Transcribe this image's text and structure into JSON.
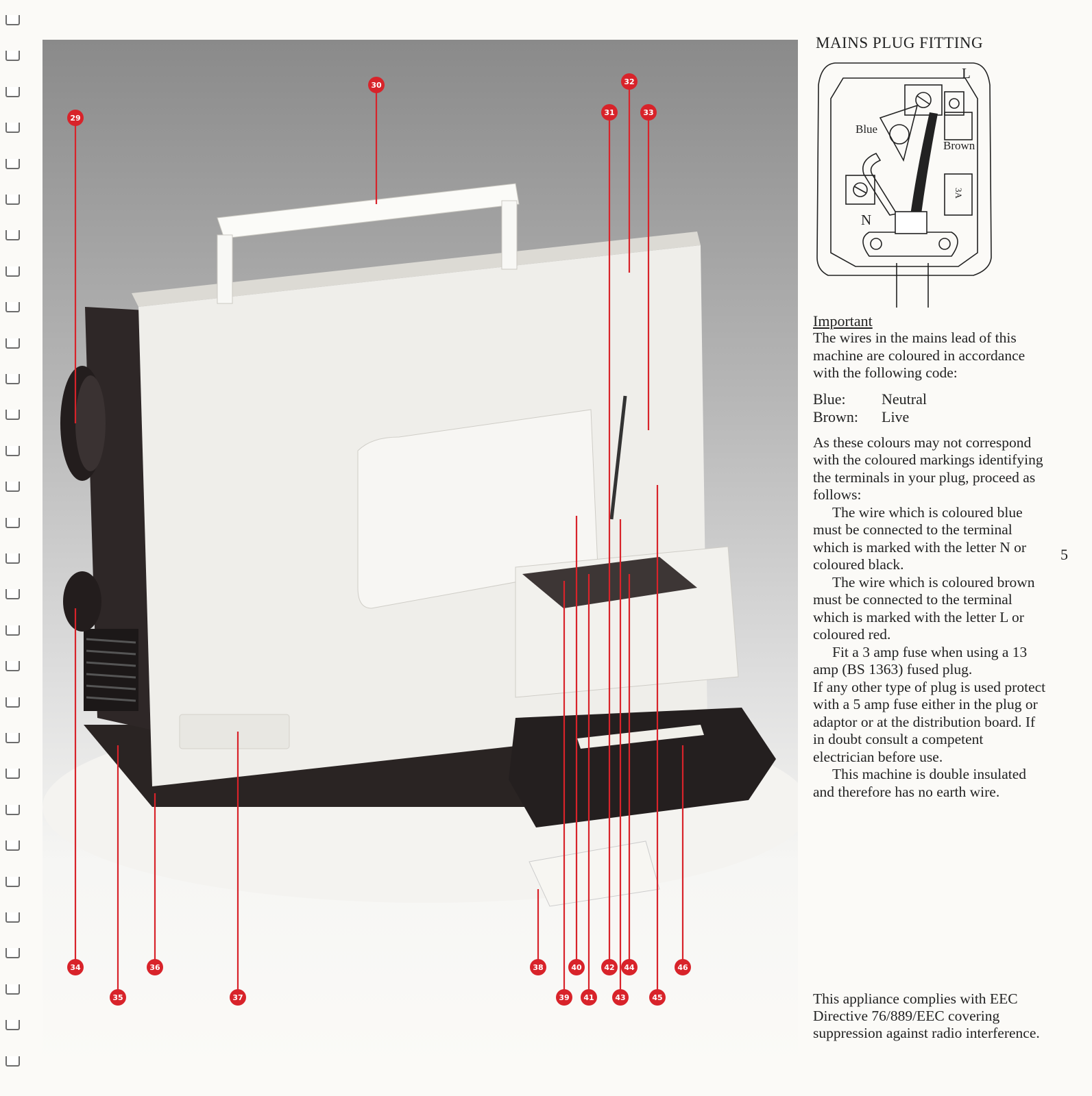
{
  "page_number": "5",
  "callouts": [
    {
      "id": "c29",
      "number": "29"
    },
    {
      "id": "c30",
      "number": "30"
    },
    {
      "id": "c31",
      "number": "31"
    },
    {
      "id": "c32",
      "number": "32"
    },
    {
      "id": "c33",
      "number": "33"
    },
    {
      "id": "c34",
      "number": "34"
    },
    {
      "id": "c35",
      "number": "35"
    },
    {
      "id": "c36",
      "number": "36"
    },
    {
      "id": "c37",
      "number": "37"
    },
    {
      "id": "c38",
      "number": "38"
    },
    {
      "id": "c39",
      "number": "39"
    },
    {
      "id": "c40",
      "number": "40"
    },
    {
      "id": "c41",
      "number": "41"
    },
    {
      "id": "c42",
      "number": "42"
    },
    {
      "id": "c43",
      "number": "43"
    },
    {
      "id": "c44",
      "number": "44"
    },
    {
      "id": "c45",
      "number": "45"
    },
    {
      "id": "c46",
      "number": "46"
    }
  ],
  "mains": {
    "heading": "MAINS PLUG FITTING",
    "diagram_labels": {
      "live": "L",
      "neutral": "N",
      "blue": "Blue",
      "brown": "Brown",
      "fuse": "3A"
    },
    "important_label": "Important",
    "intro": "The wires in the mains lead of this machine are coloured in accordance with the following code:",
    "legend": [
      {
        "key": "Blue:",
        "value": "Neutral"
      },
      {
        "key": "Brown:",
        "value": "Live"
      }
    ],
    "para1": "As these colours may not correspond with the coloured markings identifying the terminals in your plug, proceed as follows:",
    "para2": "The wire which is coloured blue must be connected to the terminal which is marked with the letter N or coloured black.",
    "para3": "The wire which is coloured brown must be connected to the terminal which is marked with the letter L or coloured red.",
    "para4": "Fit a 3 amp fuse when using a 13 amp (BS 1363) fused plug.",
    "para5": "If any other type of plug is used protect with a 5 amp fuse either in the plug or adaptor or at the distribution board. If in doubt consult a competent electrician before use.",
    "para6": "This machine is double insulated and therefore has no earth wire."
  },
  "footnote": "This appliance complies with EEC Directive 76/889/EEC covering suppression against radio interference.",
  "colors": {
    "callout": "#d8232a",
    "text": "#222222"
  }
}
